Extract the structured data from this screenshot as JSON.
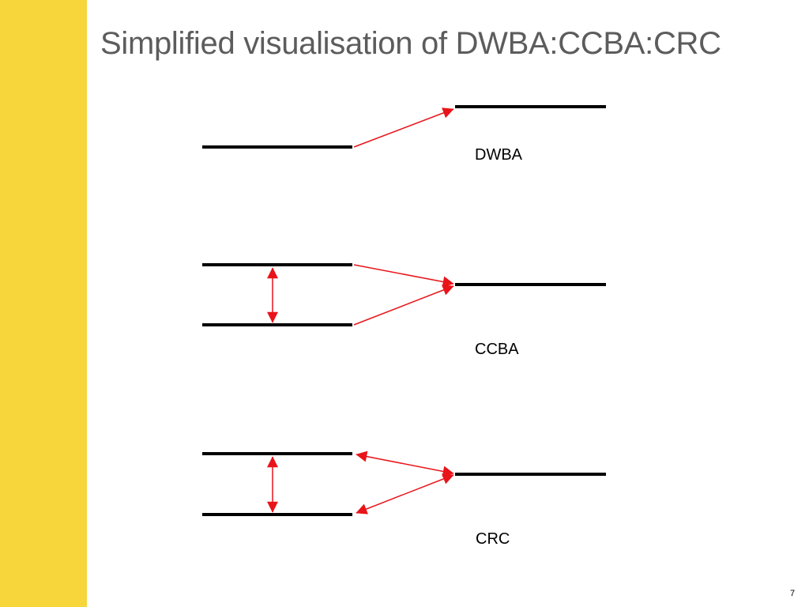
{
  "slide": {
    "title": "Simplified visualisation of DWBA:CCBA:CRC",
    "page_number": "7",
    "accent_color": "#f6d63a",
    "title_color": "#5c5c5c",
    "arrow_color": "#e8141a",
    "level_color": "#000000"
  },
  "diagram": {
    "labels": {
      "dwba": "DWBA",
      "ccba": "CCBA",
      "crc": "CRC"
    }
  }
}
